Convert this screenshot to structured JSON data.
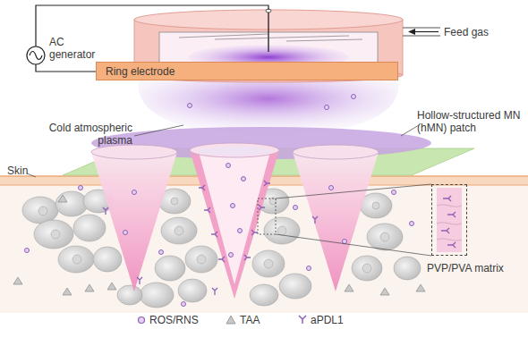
{
  "diagram": {
    "nodes": [
      {
        "text": [
          "Ring electrode"
        ]
      },
      {
        "text": [
          "PVP/PVA matrix"
        ]
      }
    ],
    "labels": [
      "AC generator",
      "Feed gas",
      "Cold atmospheric plasma",
      "Hollow-structured MN (hMN) patch",
      "Skin"
    ],
    "legend": [
      {
        "text": "ROS/RNS"
      },
      {
        "text": "TAA"
      },
      {
        "text": "aPDL1"
      }
    ]
  }
}
